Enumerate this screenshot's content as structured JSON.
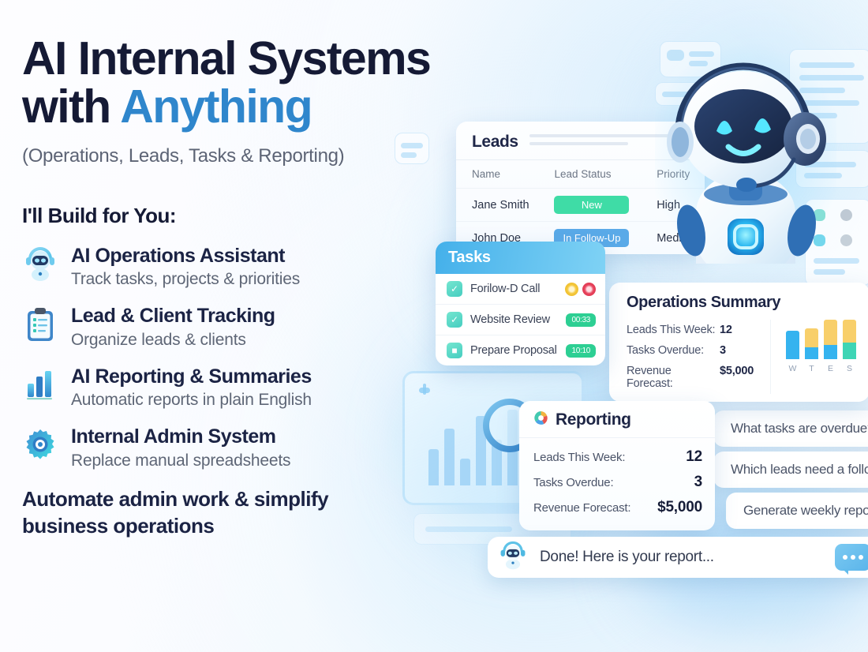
{
  "hero": {
    "headline_line1": "AI Internal Systems",
    "headline_line2_prefix": "with ",
    "headline_line2_accent": "Anything",
    "subhead": "(Operations, Leads, Tasks & Reporting)",
    "build_title": "I'll Build for You:",
    "tagline": "Automate admin work & simplify business operations",
    "accent_color": "#2f86cc",
    "heading_color": "#151a35"
  },
  "features": [
    {
      "icon": "robot-assistant-icon",
      "title": "AI Operations Assistant",
      "subtitle": "Track tasks, projects & priorities"
    },
    {
      "icon": "clipboard-checklist-icon",
      "title": "Lead & Client Tracking",
      "subtitle": "Organize leads & clients"
    },
    {
      "icon": "bar-chart-icon",
      "title": "AI Reporting & Summaries",
      "subtitle": "Automatic reports in plain English"
    },
    {
      "icon": "gear-icon",
      "title": "Internal Admin System",
      "subtitle": "Replace manual spreadsheets"
    }
  ],
  "leads_panel": {
    "title": "Leads",
    "columns": [
      "Name",
      "Lead Status",
      "Priority"
    ],
    "rows": [
      {
        "name": "Jane Smith",
        "status": "New",
        "status_color": "#3fdca6",
        "priority": "High"
      },
      {
        "name": "John Doe",
        "status": "In Follow-Up",
        "status_color": "#5aaae8",
        "priority": "Medium"
      }
    ]
  },
  "tasks_panel": {
    "title": "Tasks",
    "header_color": "#44b0ea",
    "rows": [
      {
        "name": "Forilow-D Call",
        "badge": "",
        "badge_type": "dots"
      },
      {
        "name": "Website Review",
        "badge": "00:33",
        "badge_type": "pill"
      },
      {
        "name": "Prepare Proposal",
        "badge": "10:10",
        "badge_type": "pill"
      }
    ]
  },
  "operations_summary": {
    "title": "Operations Summary",
    "rows": [
      {
        "label": "Leads This Week:",
        "value": "12"
      },
      {
        "label": "Tasks Overdue:",
        "value": "3"
      },
      {
        "label": "Revenue Forecast:",
        "value": "$5,000"
      }
    ]
  },
  "reporting_panel": {
    "title": "Reporting",
    "icon": "color-wheel-icon",
    "rows": [
      {
        "label": "Leads This Week:",
        "value": "12"
      },
      {
        "label": "Tasks Overdue:",
        "value": "3"
      },
      {
        "label": "Revenue Forecast:",
        "value": "$5,000"
      }
    ]
  },
  "suggestions": [
    "What tasks are overdue?",
    "Which leads need a follow-up?",
    "Generate weekly report"
  ],
  "chat_bar": {
    "message": "Done! Here is your report...",
    "avatar": "robot-avatar-icon",
    "action_icon": "chat-dots-icon"
  },
  "chart_data": {
    "type": "bar",
    "title": "",
    "categories": [
      "W",
      "T",
      "E",
      "S"
    ],
    "series": [
      {
        "name": "blue",
        "values": [
          44,
          18,
          22,
          0
        ],
        "color": "#35b3ef"
      },
      {
        "name": "teal",
        "values": [
          0,
          0,
          0,
          26
        ],
        "color": "#3ed5b5"
      },
      {
        "name": "yellow",
        "values": [
          0,
          30,
          40,
          36
        ],
        "color": "#f8cf6a"
      }
    ],
    "stacked": true,
    "xlabel": "",
    "ylabel": "",
    "ylim": [
      0,
      70
    ],
    "grid": false,
    "legend": "none"
  }
}
